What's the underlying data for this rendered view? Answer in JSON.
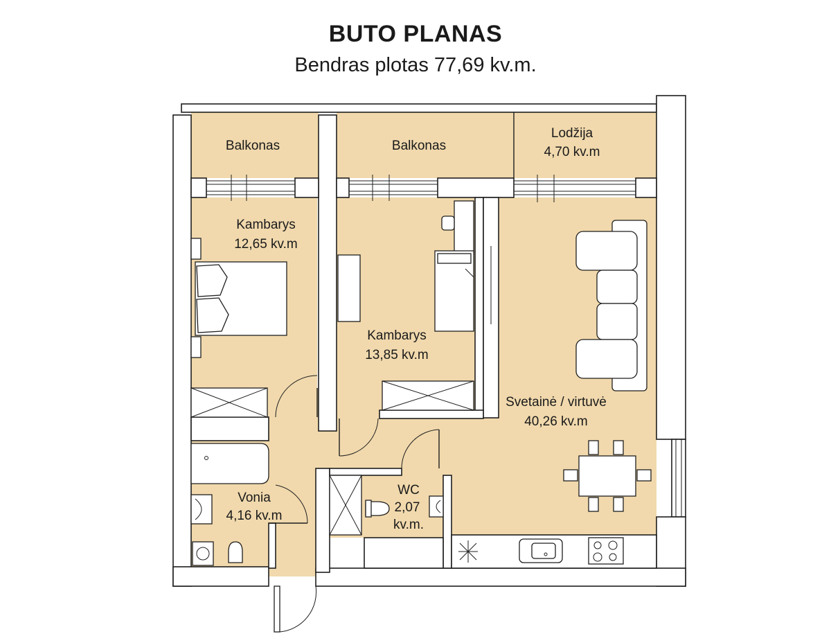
{
  "header": {
    "title": "BUTO PLANAS",
    "subtitle": "Bendras plotas 77,69 kv.m."
  },
  "rooms": {
    "balcony_left": {
      "name": "Balkonas"
    },
    "balcony_mid": {
      "name": "Balkonas"
    },
    "loggia": {
      "name": "Lodžija",
      "area": "4,70 kv.m"
    },
    "bedroom1": {
      "name": "Kambarys",
      "area": "12,65 kv.m"
    },
    "bedroom2": {
      "name": "Kambarys",
      "area": "13,85 kv.m"
    },
    "living": {
      "name": "Svetainė / virtuvė",
      "area": "40,26 kv.m"
    },
    "bath": {
      "name": "Vonia",
      "area": "4,16 kv.m"
    },
    "wc": {
      "name": "WC",
      "area_line1": "2,07",
      "area_line2": "kv.m."
    }
  },
  "colors": {
    "room_fill": "#f1d9ad",
    "wall": "#ffffff",
    "outline": "#1e1e1e"
  }
}
